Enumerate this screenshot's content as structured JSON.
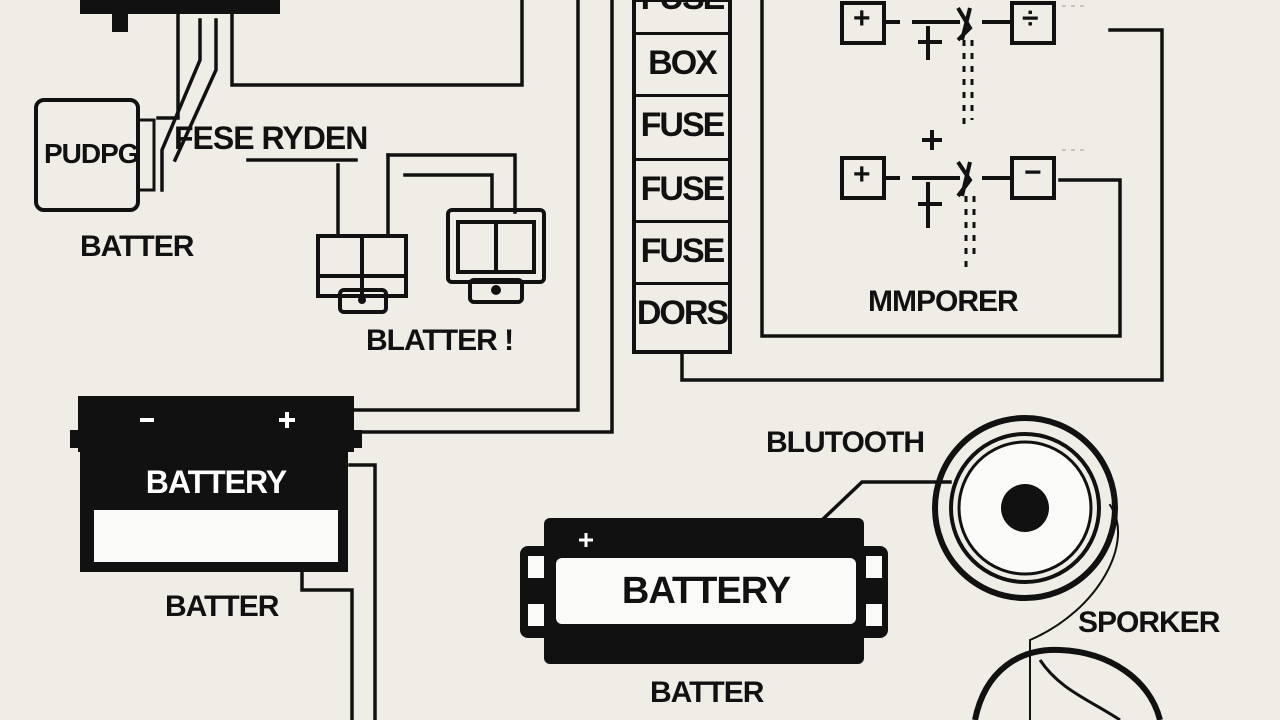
{
  "labels": {
    "pudpg": "PUDPG",
    "fese_ryden": "FESE RYDEN",
    "batter_top_left": "BATTER",
    "blatter": "BLATTER !",
    "battery_left": "BATTERY",
    "batter_below_left": "BATTER",
    "battery_center": "BATTERY",
    "batter_bottom": "BATTER",
    "blutooth": "BLUTOOTH",
    "sporker": "SPORKER",
    "mmporer": "MMPORER"
  },
  "fuse_box": {
    "cells": [
      "FUSE",
      "BOX",
      "FUSE",
      "FUSE",
      "FUSE",
      "DORS"
    ]
  },
  "symbols": {
    "plus": "+",
    "minus": "−",
    "divide": "÷"
  },
  "colors": {
    "background": "#efede6",
    "ink": "#111111"
  }
}
